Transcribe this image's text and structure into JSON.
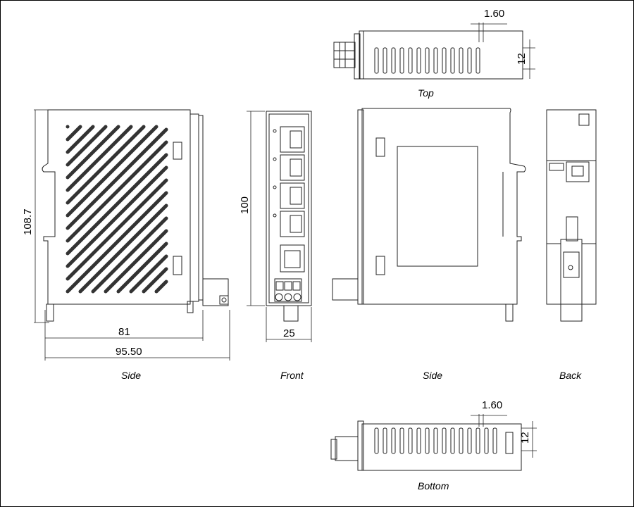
{
  "views": {
    "top": {
      "caption": "Top",
      "dim_thickness": "1.60",
      "dim_height": "12"
    },
    "side_left": {
      "caption": "Side",
      "dim_height": "108.7",
      "dim_width_inner": "81",
      "dim_width_total": "95.50"
    },
    "front": {
      "caption": "Front",
      "dim_height": "100",
      "dim_width": "25"
    },
    "side_right": {
      "caption": "Side"
    },
    "back": {
      "caption": "Back"
    },
    "bottom": {
      "caption": "Bottom",
      "dim_thickness": "1.60",
      "dim_height": "12"
    }
  }
}
